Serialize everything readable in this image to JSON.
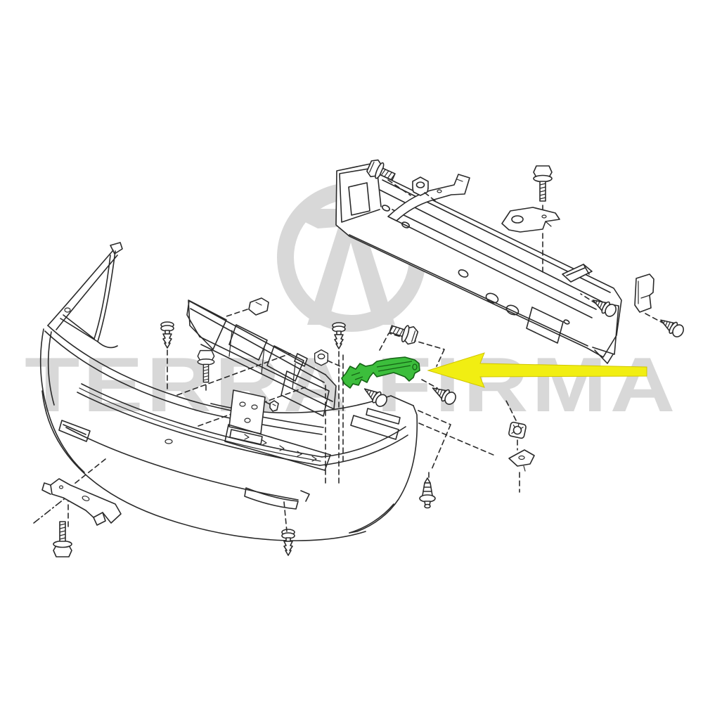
{
  "watermark": {
    "text": "TERRA FIRMA",
    "logo": "terrafirma-ring-a-logo"
  },
  "colors": {
    "background": "#ffffff",
    "line": "#2a2a2a",
    "watermark_gray": "#d8d8d8",
    "highlight_green": "#3cbe3c",
    "highlight_green_outline": "#156315",
    "arrow_yellow": "#f1ee12",
    "arrow_yellow_edge": "#cfc400"
  },
  "diagram": {
    "type": "exploded-parts-diagram",
    "subject": "front bumper assembly",
    "highlighted_part": "bumper side stay bracket (highlighted green)",
    "callout": "yellow arrow pointing left at highlighted bracket",
    "parts_depicted": [
      "front bumper fascia",
      "bumper reinforcement bar",
      "grille mesh panel",
      "license plate bracket",
      "lower stay bracket",
      "side mounting plates",
      "hex bolts",
      "flange nuts",
      "push pin clips",
      "tapping screws",
      "grommet nut"
    ]
  }
}
